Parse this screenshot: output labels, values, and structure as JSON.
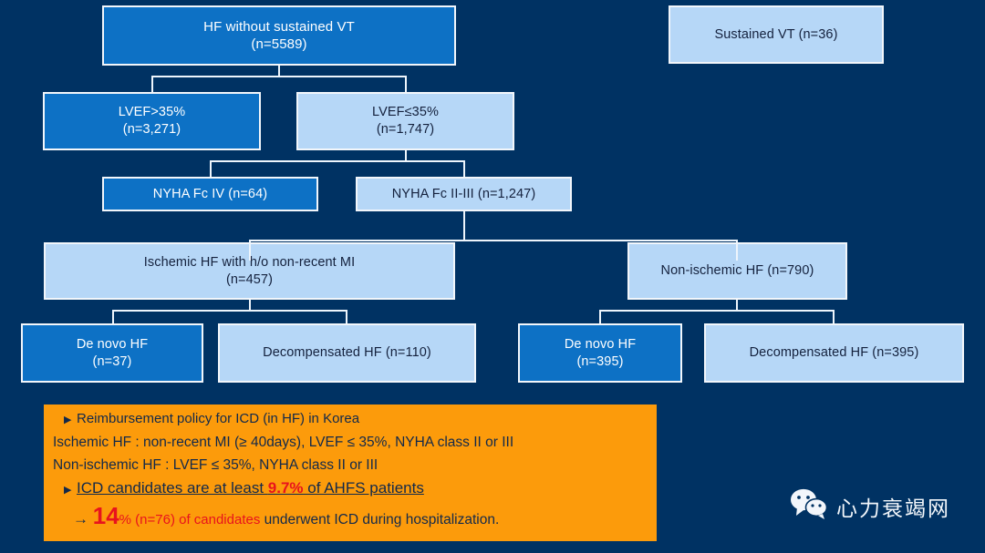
{
  "theme": {
    "background": "#003263",
    "node_dark": "#0d71c5",
    "node_light": "#b6d7f7",
    "node_border": "#f2f6fb",
    "connector": "#eef5fc",
    "callout_bg": "#fc9b0b",
    "callout_text": "#12294b",
    "accent_red": "#e8131d"
  },
  "flow": {
    "nodes": [
      {
        "id": "hf-without-vt",
        "label": "HF without sustained VT\n(n=5589)",
        "style": "dark"
      },
      {
        "id": "sustained-vt",
        "label": "Sustained VT (n=36)",
        "style": "light"
      },
      {
        "id": "lvef-above-35",
        "label": "LVEF>35%\n(n=3,271)",
        "style": "dark"
      },
      {
        "id": "lvef-below-35",
        "label": "LVEF≤35%\n(n=1,747)",
        "style": "light"
      },
      {
        "id": "nyha-fc-iv",
        "label": "NYHA Fc IV   (n=64)",
        "style": "dark"
      },
      {
        "id": "nyha-fc-ii-iii",
        "label": "NYHA Fc II-III (n=1,247)",
        "style": "light"
      },
      {
        "id": "ischemic-hf",
        "label": "Ischemic HF with h/o non-recent MI\n(n=457)",
        "style": "light"
      },
      {
        "id": "non-ischemic-hf",
        "label": "Non-ischemic HF (n=790)",
        "style": "light"
      },
      {
        "id": "de-novo-hf-ischemic",
        "label": "De novo HF\n(n=37)",
        "style": "dark"
      },
      {
        "id": "decomp-hf-ischemic",
        "label": "Decompensated HF (n=110)",
        "style": "light"
      },
      {
        "id": "de-novo-hf-nonisch",
        "label": "De novo HF\n(n=395)",
        "style": "dark"
      },
      {
        "id": "decomp-hf-nonisch",
        "label": "Decompensated HF (n=395)",
        "style": "light"
      }
    ]
  },
  "callout": {
    "line1_bullet": "▶",
    "line1": "Reimbursement policy for ICD (in HF) in Korea",
    "line2": "Ischemic HF : non-recent MI (≥ 40days), LVEF ≤ 35%, NYHA class II or III",
    "line3": "Non-ischemic HF : LVEF ≤ 35%, NYHA class II or III",
    "line4_bullet": "▶",
    "line4_pre": "ICD candidates are at least ",
    "line4_pct": "9.7%",
    "line4_post": " of AHFS patients",
    "line5_arrow": "→ ",
    "line5_big": "14",
    "line5_red": "% (n=76) of candidates",
    "line5_dark": " underwent ICD during hospitalization."
  },
  "branding": {
    "wechat_icon": "wechat-icon",
    "wechat_label": "心力衰竭网"
  }
}
